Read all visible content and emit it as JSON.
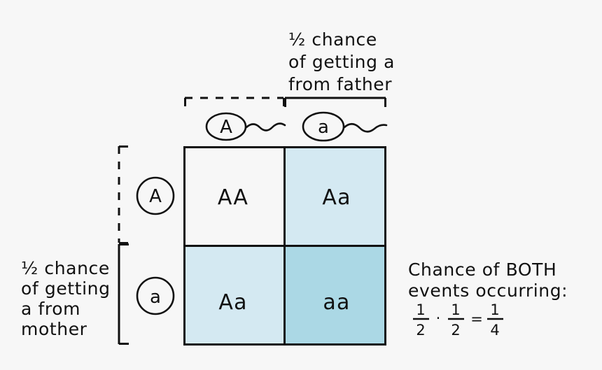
{
  "diagram": {
    "title": "Punnett square probability diagram",
    "background_color": "#f7f7f7",
    "ink_color": "#111111",
    "cell_fill_light": "#d4e9f2",
    "cell_fill_medium": "#abd8e5",
    "cell_fill_none": "#f7f7f7"
  },
  "father": {
    "note_lines": [
      "½ chance",
      "of getting a",
      "from father"
    ],
    "alleles": [
      {
        "symbol": "A",
        "position": "left"
      },
      {
        "symbol": "a",
        "position": "right"
      }
    ],
    "bracket_left_style": "dashed",
    "bracket_right_style": "solid"
  },
  "mother": {
    "note_lines": [
      "½ chance",
      "of getting",
      "a from",
      "mother"
    ],
    "alleles": [
      {
        "symbol": "A",
        "position": "top"
      },
      {
        "symbol": "a",
        "position": "bottom"
      }
    ],
    "bracket_top_style": "dashed",
    "bracket_bottom_style": "solid"
  },
  "punnett": {
    "rows": [
      {
        "row_allele": "A",
        "cells": [
          {
            "genotype": "AA",
            "shade": "none"
          },
          {
            "genotype": "Aa",
            "shade": "light"
          }
        ]
      },
      {
        "row_allele": "a",
        "cells": [
          {
            "genotype": "Aa",
            "shade": "light"
          },
          {
            "genotype": "aa",
            "shade": "medium"
          }
        ]
      }
    ]
  },
  "result": {
    "caption_lines": [
      "Chance of BOTH",
      "events occurring:"
    ],
    "equation": {
      "term_a": {
        "numerator": "1",
        "denominator": "2"
      },
      "operator": "·",
      "term_b": {
        "numerator": "1",
        "denominator": "2"
      },
      "equals": "=",
      "term_c": {
        "numerator": "1",
        "denominator": "4"
      }
    }
  }
}
